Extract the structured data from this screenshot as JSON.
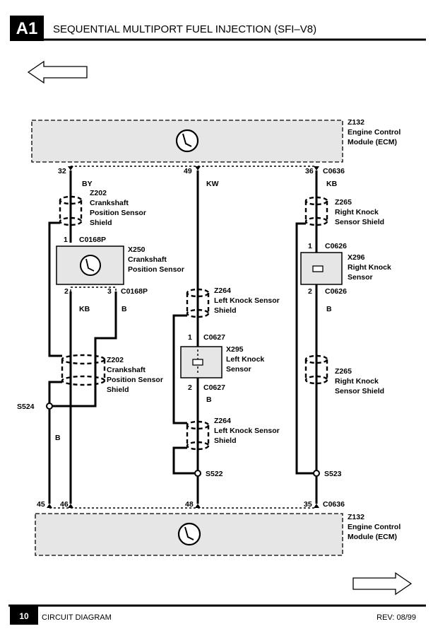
{
  "header": {
    "section_code": "A1",
    "title": "SEQUENTIAL MULTIPORT FUEL INJECTION (SFI–V8)"
  },
  "footer": {
    "page_number": "10",
    "section": "CIRCUIT DIAGRAM",
    "revision": "REV: 08/99"
  },
  "ecm_top": {
    "ref": "Z132",
    "line1": "Engine Control",
    "line2": "Module (ECM)"
  },
  "ecm_bottom": {
    "ref": "Z132",
    "line1": "Engine Control",
    "line2": "Module (ECM)"
  },
  "top_pins": {
    "p32": "32",
    "p49": "49",
    "p36": "36",
    "conn": "C0636"
  },
  "bottom_pins": {
    "p45": "45",
    "p46": "46",
    "p48": "48",
    "p35": "35",
    "conn": "C0636"
  },
  "wires": {
    "by": "BY",
    "kw": "KW",
    "kb_right": "KB",
    "kb_left": "KB",
    "b_left": "B",
    "b_low": "B",
    "b_right": "B",
    "b_mid": "B"
  },
  "shield_z202_top": {
    "ref": "Z202",
    "line1": "Crankshaft",
    "line2": "Position Sensor",
    "line3": "Shield"
  },
  "shield_z202_bottom": {
    "ref": "Z202",
    "line1": "Crankshaft",
    "line2": "Position Sensor",
    "line3": "Shield"
  },
  "shield_z265_top": {
    "ref": "Z265",
    "line1": "Right Knock",
    "line2": "Sensor Shield"
  },
  "shield_z265_bottom": {
    "ref": "Z265",
    "line1": "Right Knock",
    "line2": "Sensor Shield"
  },
  "shield_z264_top": {
    "ref": "Z264",
    "line1": "Left Knock Sensor",
    "line2": "Shield"
  },
  "shield_z264_bottom": {
    "ref": "Z264",
    "line1": "Left Knock Sensor",
    "line2": "Shield"
  },
  "sensor_x250": {
    "ref": "X250",
    "line1": "Crankshaft",
    "line2": "Position Sensor",
    "pin1": "1",
    "pin2": "2",
    "pin3": "3",
    "conn_top": "C0168P",
    "conn_bottom": "C0168P"
  },
  "sensor_x296": {
    "ref": "X296",
    "line1": "Right Knock",
    "line2": "Sensor",
    "pin1": "1",
    "pin2": "2",
    "conn_top": "C0626",
    "conn_bottom": "C0626"
  },
  "sensor_x295": {
    "ref": "X295",
    "line1": "Left Knock",
    "line2": "Sensor",
    "pin1": "1",
    "pin2": "2",
    "conn_top": "C0627",
    "conn_bottom": "C0627"
  },
  "splices": {
    "s524": "S524",
    "s522": "S522",
    "s523": "S523"
  }
}
